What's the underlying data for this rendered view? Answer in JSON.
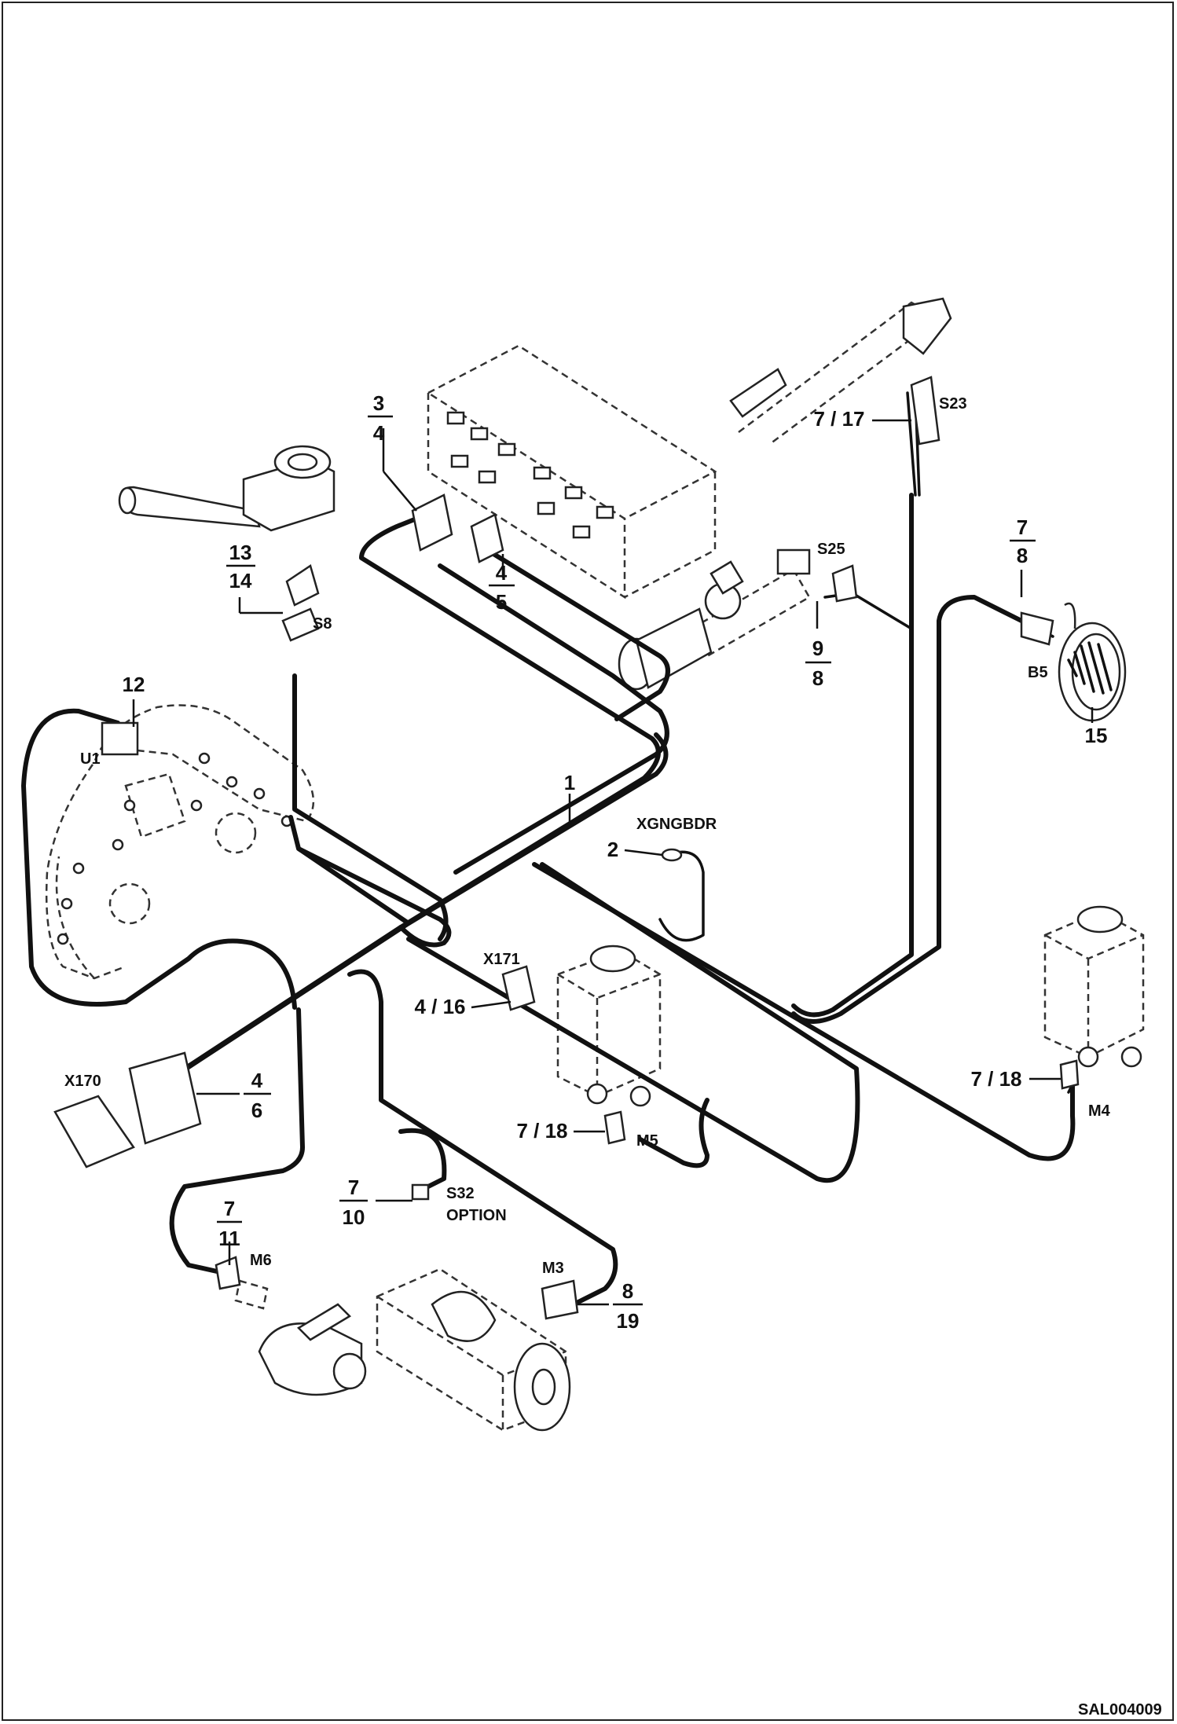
{
  "drawing_code": "SAL004009",
  "callouts": {
    "harness": "1",
    "c3_4_top": "3",
    "c3_4_bot": "4",
    "c4_5_top": "4",
    "c4_5_bot": "5",
    "c13_14_top": "13",
    "c13_14_bot": "14",
    "c12": "12",
    "c7_17": "7 / 17",
    "c9_8_top": "9",
    "c9_8_bot": "8",
    "c7_8_top": "7",
    "c7_8_bot": "8",
    "c15": "15",
    "c2": "2",
    "c4_16": "4 / 16",
    "c4_6_top": "4",
    "c4_6_bot": "6",
    "c7_18_left": "7 / 18",
    "c7_18_right": "7 / 18",
    "c7_10_top": "7",
    "c7_10_bot": "10",
    "c7_11_top": "7",
    "c7_11_bot": "11",
    "c8_19_top": "8",
    "c8_19_bot": "19"
  },
  "components": {
    "S23": "S23",
    "S25": "S25",
    "S8": "S8",
    "U1": "U1",
    "B5": "B5",
    "XGNGBDR": "XGNGBDR",
    "X171": "X171",
    "X170": "X170",
    "M5_right": "M5",
    "M4": "M4",
    "S32": "S32",
    "option": "OPTION",
    "M6": "M6",
    "M3": "M3"
  }
}
